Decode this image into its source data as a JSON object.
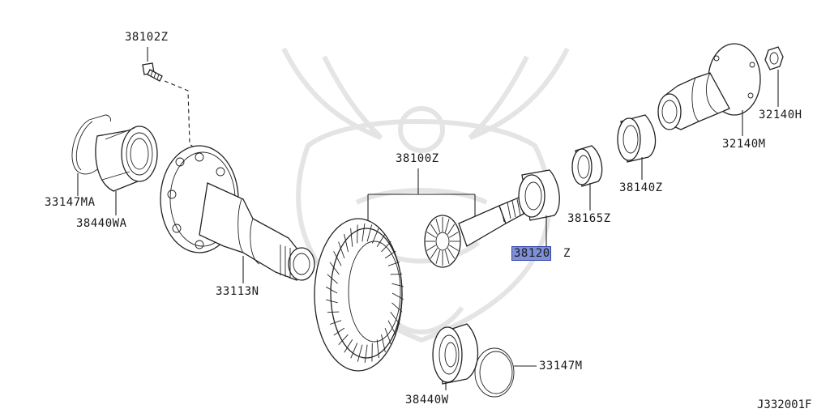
{
  "diagram": {
    "reference_code": "J332001F",
    "highlighted_part": "38120Z",
    "highlight_color": "#7f8fd6",
    "line_color": "#222222",
    "watermark": "samurai-helmet-watermark"
  },
  "parts": [
    {
      "id": "38102Z",
      "name": "bolt"
    },
    {
      "id": "33147MA",
      "name": "snap-ring-left"
    },
    {
      "id": "38440WA",
      "name": "bearing-left"
    },
    {
      "id": "33113N",
      "name": "transfer-shaft"
    },
    {
      "id": "38100Z",
      "name": "gear-set"
    },
    {
      "id": "38120Z",
      "name": "pinion-bearing"
    },
    {
      "id": "38165Z",
      "name": "spacer"
    },
    {
      "id": "38140Z",
      "name": "pinion-bearing-outer"
    },
    {
      "id": "32140M",
      "name": "companion-flange"
    },
    {
      "id": "32140H",
      "name": "nut"
    },
    {
      "id": "38440W",
      "name": "bearing-bottom"
    },
    {
      "id": "33147M",
      "name": "snap-ring-bottom"
    }
  ]
}
